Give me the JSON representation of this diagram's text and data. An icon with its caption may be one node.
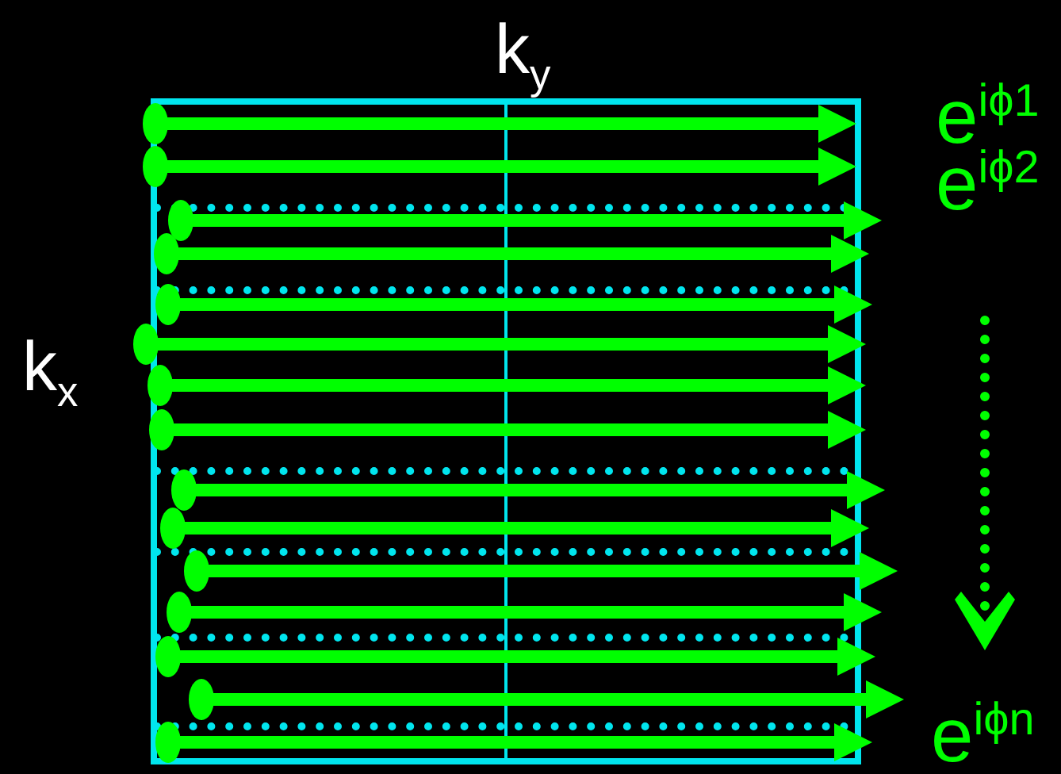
{
  "diagram": {
    "labels": [
      "k$_{y}$",
      "k$_{x}$",
      "e$^{iϕ1}$",
      "e$^{iϕ2}$",
      "e$^{iϕn}$"
    ]
  }
}
